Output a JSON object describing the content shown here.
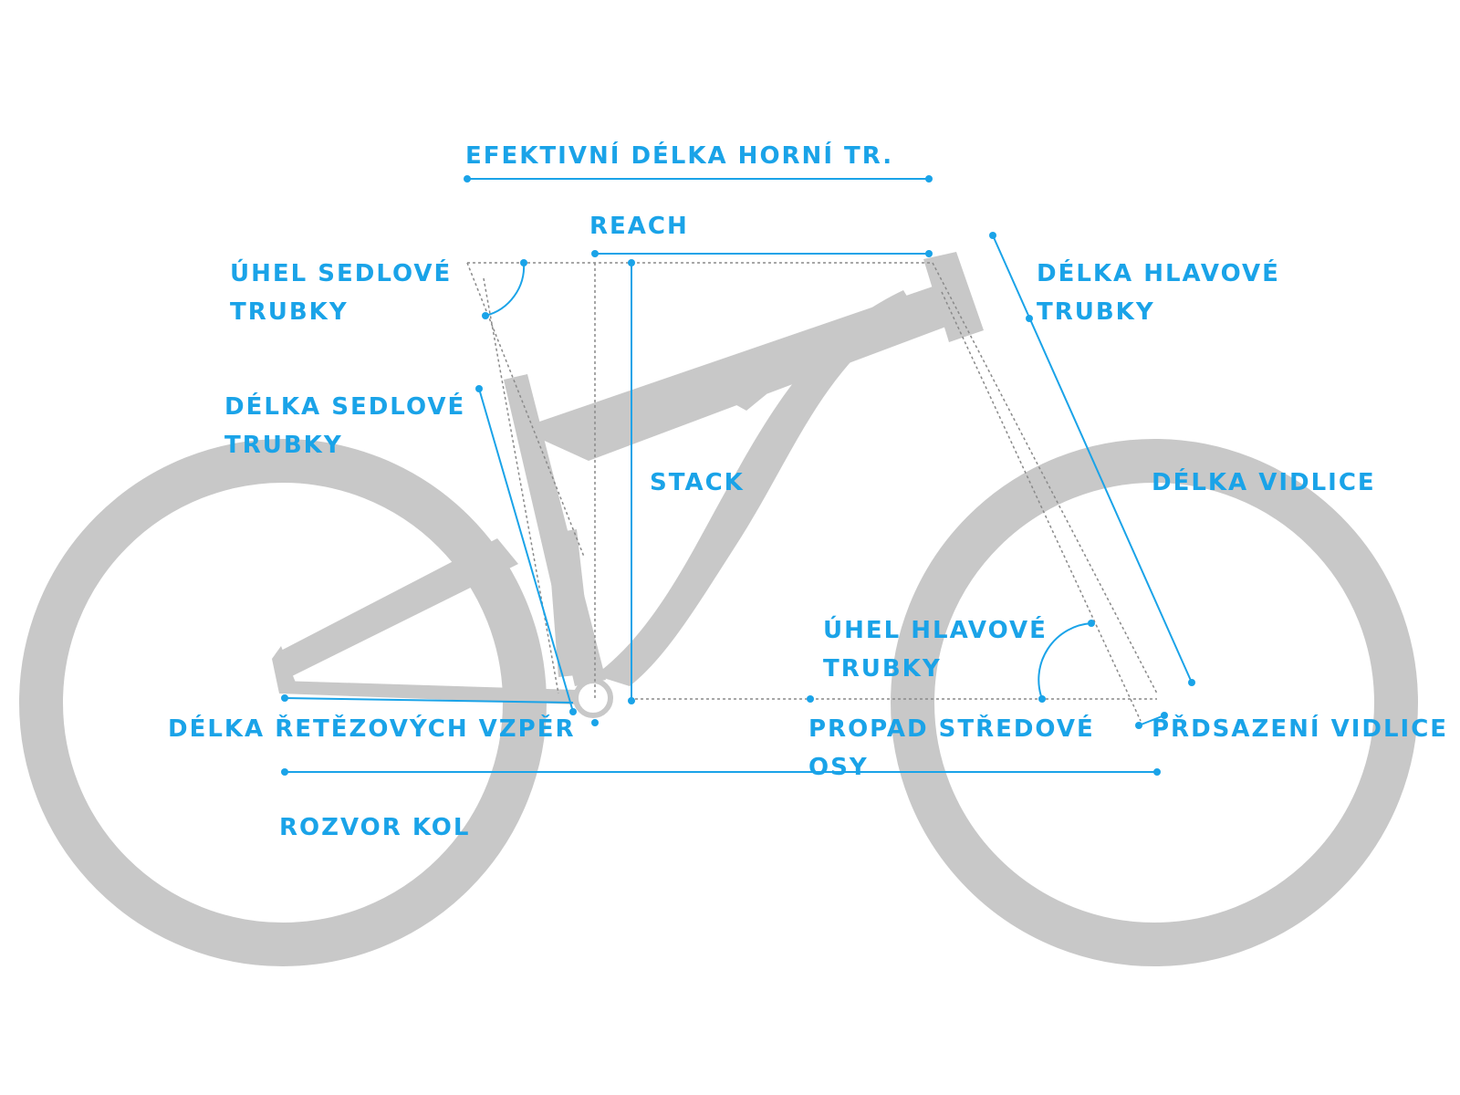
{
  "diagram": {
    "colors": {
      "frame": "#c8c8c8",
      "accent": "#1aa3e8",
      "guide": "#8a8a8a",
      "background": "#ffffff"
    },
    "labels": {
      "top_tube": "EFEKTIVNÍ DÉLKA HORNÍ TR.",
      "reach": "REACH",
      "seat_angle_1": "ÚHEL SEDLOVÉ",
      "seat_angle_2": "TRUBKY",
      "head_tube_length_1": "DÉLKA HLAVOVÉ",
      "head_tube_length_2": "TRUBKY",
      "seat_tube_length_1": "DÉLKA SEDLOVÉ",
      "seat_tube_length_2": "TRUBKY",
      "stack": "STACK",
      "fork_length": "DÉLKA VIDLICE",
      "head_angle_1": "ÚHEL HLAVOVÉ",
      "head_angle_2": "TRUBKY",
      "chainstay": "DÉLKA ŘETĚZOVÝCH VZPĚR",
      "bb_drop_1": "PROPAD STŘEDOVÉ",
      "bb_drop_2": "OSY",
      "fork_offset": "PŘDSAZENÍ VIDLICE",
      "wheelbase": "ROZVOR KOL"
    }
  }
}
